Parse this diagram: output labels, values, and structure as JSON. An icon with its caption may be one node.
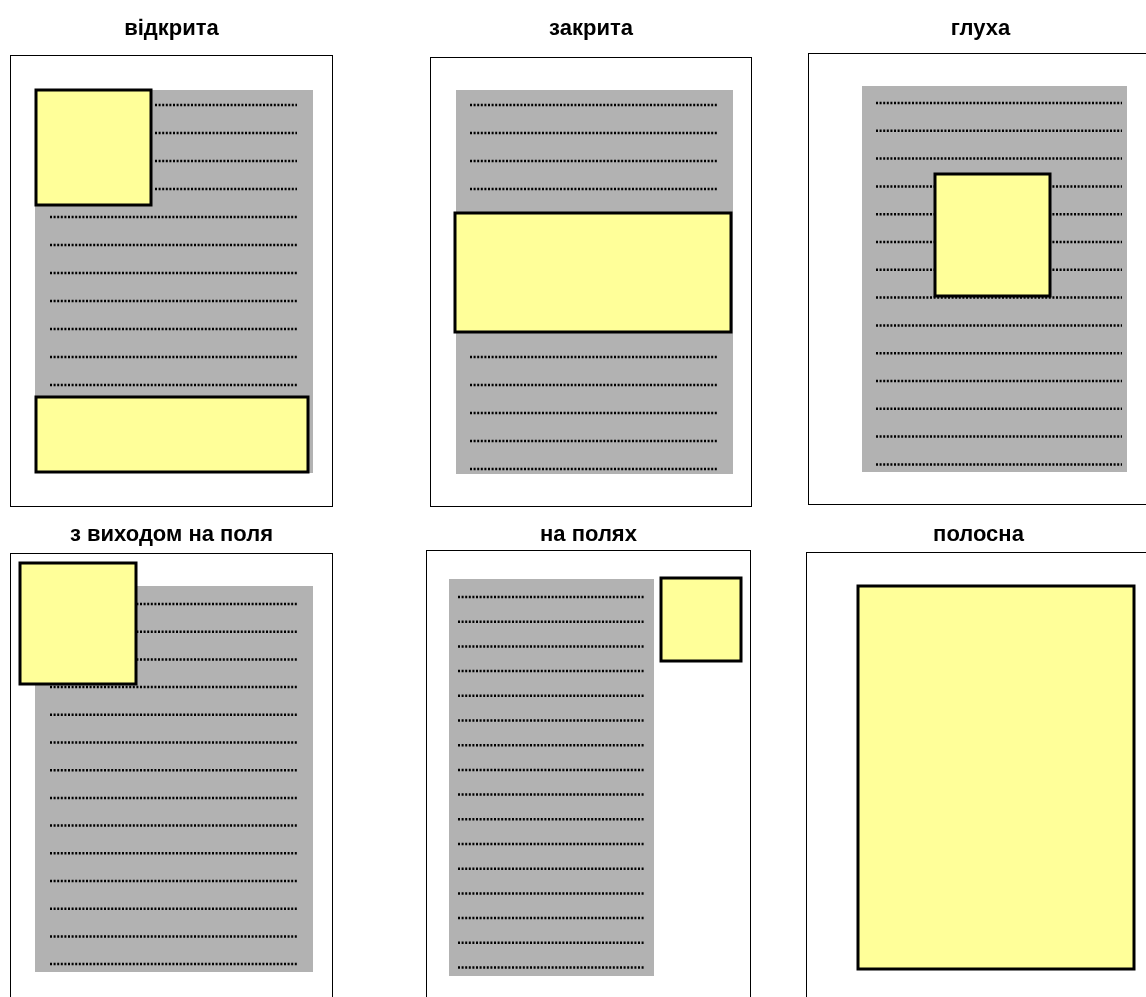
{
  "diagram": {
    "nodes": [
      {
        "text": [
          "відкрита"
        ]
      },
      {
        "text": [
          "закрита"
        ]
      },
      {
        "text": [
          "глуха"
        ]
      },
      {
        "text": [
          "з виходом на поля"
        ]
      },
      {
        "text": [
          "на полях"
        ]
      },
      {
        "text": [
          "полосна"
        ]
      }
    ]
  }
}
